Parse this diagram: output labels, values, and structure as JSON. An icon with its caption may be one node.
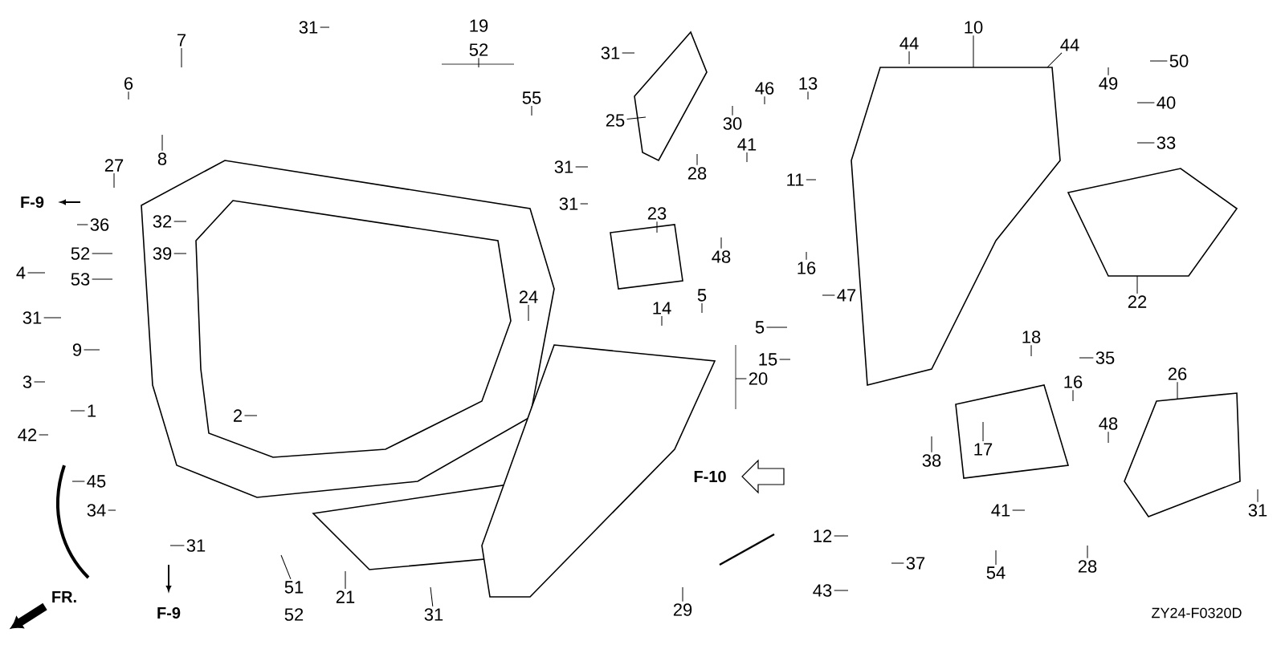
{
  "diagram": {
    "nodes": [
      {
        "text": [
          "31"
        ]
      },
      {
        "text": [
          "7"
        ]
      },
      {
        "text": [
          "6"
        ]
      },
      {
        "text": [
          "8"
        ]
      },
      {
        "text": [
          "27"
        ]
      },
      {
        "text": [
          "36"
        ]
      },
      {
        "text": [
          "32"
        ]
      },
      {
        "text": [
          "52"
        ]
      },
      {
        "text": [
          "53"
        ]
      },
      {
        "text": [
          "39"
        ]
      },
      {
        "text": [
          "4"
        ]
      },
      {
        "text": [
          "31"
        ]
      },
      {
        "text": [
          "9"
        ]
      },
      {
        "text": [
          "3"
        ]
      },
      {
        "text": [
          "1"
        ]
      },
      {
        "text": [
          "42"
        ]
      },
      {
        "text": [
          "2"
        ]
      },
      {
        "text": [
          "45"
        ]
      },
      {
        "text": [
          "34"
        ]
      },
      {
        "text": [
          "31"
        ]
      },
      {
        "text": [
          "51"
        ]
      },
      {
        "text": [
          "52"
        ]
      },
      {
        "text": [
          "21"
        ]
      },
      {
        "text": [
          "31"
        ]
      },
      {
        "text": [
          "19"
        ]
      },
      {
        "text": [
          "52"
        ]
      },
      {
        "text": [
          "55"
        ]
      },
      {
        "text": [
          "31"
        ]
      },
      {
        "text": [
          "25"
        ]
      },
      {
        "text": [
          "30"
        ]
      },
      {
        "text": [
          "46"
        ]
      },
      {
        "text": [
          "13"
        ]
      },
      {
        "text": [
          "31"
        ]
      },
      {
        "text": [
          "28"
        ]
      },
      {
        "text": [
          "41"
        ]
      },
      {
        "text": [
          "11"
        ]
      },
      {
        "text": [
          "31"
        ]
      },
      {
        "text": [
          "23"
        ]
      },
      {
        "text": [
          "48"
        ]
      },
      {
        "text": [
          "16"
        ]
      },
      {
        "text": [
          "24"
        ]
      },
      {
        "text": [
          "14"
        ]
      },
      {
        "text": [
          "5"
        ]
      },
      {
        "text": [
          "47"
        ]
      },
      {
        "text": [
          "5"
        ]
      },
      {
        "text": [
          "15"
        ]
      },
      {
        "text": [
          "20"
        ]
      },
      {
        "text": [
          "12"
        ]
      },
      {
        "text": [
          "29"
        ]
      },
      {
        "text": [
          "43"
        ]
      },
      {
        "text": [
          "37"
        ]
      },
      {
        "text": [
          "54"
        ]
      },
      {
        "text": [
          "28"
        ]
      },
      {
        "text": [
          "41"
        ]
      },
      {
        "text": [
          "38"
        ]
      },
      {
        "text": [
          "17"
        ]
      },
      {
        "text": [
          "18"
        ]
      },
      {
        "text": [
          "35"
        ]
      },
      {
        "text": [
          "16"
        ]
      },
      {
        "text": [
          "48"
        ]
      },
      {
        "text": [
          "26"
        ]
      },
      {
        "text": [
          "31"
        ]
      },
      {
        "text": [
          "44"
        ]
      },
      {
        "text": [
          "10"
        ]
      },
      {
        "text": [
          "44"
        ]
      },
      {
        "text": [
          "49"
        ]
      },
      {
        "text": [
          "50"
        ]
      },
      {
        "text": [
          "40"
        ]
      },
      {
        "text": [
          "33"
        ]
      },
      {
        "text": [
          "22"
        ]
      }
    ],
    "edges": [
      {
        "from": 0,
        "to": null,
        "arrow": "none"
      },
      {
        "from": 1,
        "to": null,
        "arrow": "none"
      },
      {
        "from": 2,
        "to": null,
        "arrow": "none"
      },
      {
        "from": 3,
        "to": null,
        "arrow": "none"
      },
      {
        "from": 4,
        "to": null,
        "arrow": "none"
      },
      {
        "from": 5,
        "to": null,
        "arrow": "none"
      },
      {
        "from": 6,
        "to": null,
        "arrow": "none"
      },
      {
        "from": 7,
        "to": null,
        "arrow": "none"
      },
      {
        "from": 8,
        "to": null,
        "arrow": "none"
      },
      {
        "from": 9,
        "to": null,
        "arrow": "none"
      },
      {
        "from": 10,
        "to": null,
        "arrow": "none"
      },
      {
        "from": 11,
        "to": null,
        "arrow": "none"
      },
      {
        "from": 12,
        "to": null,
        "arrow": "none"
      },
      {
        "from": 13,
        "to": null,
        "arrow": "none"
      },
      {
        "from": 14,
        "to": null,
        "arrow": "none"
      },
      {
        "from": 15,
        "to": null,
        "arrow": "none"
      },
      {
        "from": 16,
        "to": null,
        "arrow": "none"
      },
      {
        "from": 17,
        "to": null,
        "arrow": "none"
      },
      {
        "from": 18,
        "to": null,
        "arrow": "none"
      },
      {
        "from": 19,
        "to": null,
        "arrow": "none"
      },
      {
        "from": 20,
        "to": null,
        "arrow": "none"
      },
      {
        "from": 22,
        "to": null,
        "arrow": "none"
      },
      {
        "from": 23,
        "to": null,
        "arrow": "none"
      },
      {
        "from": 25,
        "to": null,
        "arrow": "none"
      },
      {
        "from": 26,
        "to": null,
        "arrow": "none"
      },
      {
        "from": 27,
        "to": null,
        "arrow": "none"
      },
      {
        "from": 28,
        "to": null,
        "arrow": "none"
      },
      {
        "from": 29,
        "to": null,
        "arrow": "none"
      },
      {
        "from": 30,
        "to": null,
        "arrow": "none"
      },
      {
        "from": 31,
        "to": null,
        "arrow": "none"
      },
      {
        "from": 32,
        "to": null,
        "arrow": "none"
      },
      {
        "from": 33,
        "to": null,
        "arrow": "none"
      },
      {
        "from": 34,
        "to": null,
        "arrow": "none"
      },
      {
        "from": 35,
        "to": null,
        "arrow": "none"
      },
      {
        "from": 36,
        "to": null,
        "arrow": "none"
      },
      {
        "from": 37,
        "to": null,
        "arrow": "none"
      },
      {
        "from": 38,
        "to": null,
        "arrow": "none"
      },
      {
        "from": 39,
        "to": null,
        "arrow": "none"
      },
      {
        "from": 40,
        "to": null,
        "arrow": "none"
      },
      {
        "from": 41,
        "to": null,
        "arrow": "none"
      },
      {
        "from": 42,
        "to": null,
        "arrow": "none"
      },
      {
        "from": 43,
        "to": null,
        "arrow": "none"
      },
      {
        "from": 44,
        "to": null,
        "arrow": "none"
      },
      {
        "from": 45,
        "to": null,
        "arrow": "none"
      },
      {
        "from": 46,
        "to": null,
        "arrow": "none"
      },
      {
        "from": 47,
        "to": null,
        "arrow": "none"
      },
      {
        "from": 48,
        "to": null,
        "arrow": "none"
      },
      {
        "from": 49,
        "to": null,
        "arrow": "none"
      },
      {
        "from": 50,
        "to": null,
        "arrow": "none"
      },
      {
        "from": 51,
        "to": null,
        "arrow": "none"
      },
      {
        "from": 52,
        "to": null,
        "arrow": "none"
      },
      {
        "from": 53,
        "to": null,
        "arrow": "none"
      },
      {
        "from": 54,
        "to": null,
        "arrow": "none"
      },
      {
        "from": 55,
        "to": null,
        "arrow": "none"
      },
      {
        "from": 56,
        "to": null,
        "arrow": "none"
      },
      {
        "from": 57,
        "to": null,
        "arrow": "none"
      },
      {
        "from": 58,
        "to": null,
        "arrow": "none"
      },
      {
        "from": 59,
        "to": null,
        "arrow": "none"
      },
      {
        "from": 60,
        "to": null,
        "arrow": "none"
      },
      {
        "from": 61,
        "to": null,
        "arrow": "none"
      },
      {
        "from": 62,
        "to": null,
        "arrow": "none"
      },
      {
        "from": 63,
        "to": null,
        "arrow": "none"
      },
      {
        "from": 64,
        "to": null,
        "arrow": "none"
      },
      {
        "from": 65,
        "to": null,
        "arrow": "none"
      },
      {
        "from": 66,
        "to": null,
        "arrow": "none"
      },
      {
        "from": 67,
        "to": null,
        "arrow": "none"
      },
      {
        "from": 68,
        "to": null,
        "arrow": "none"
      },
      {
        "from": 69,
        "to": null,
        "arrow": "none"
      }
    ],
    "labels": [
      "F-9",
      "F-9",
      "F-10",
      "FR.",
      "ZY24-F0320D"
    ]
  }
}
